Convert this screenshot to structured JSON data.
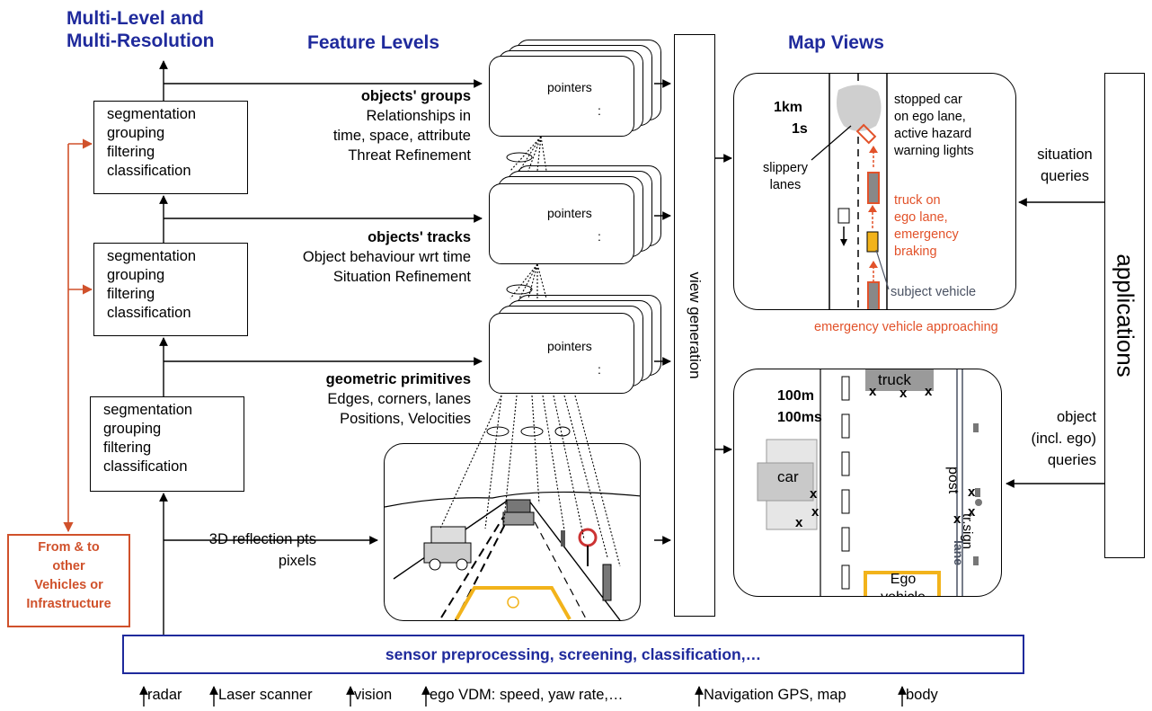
{
  "headings": {
    "levels_line1": "Multi-Level and",
    "levels_line2": "Multi-Resolution",
    "features": "Feature Levels",
    "map_views": "Map Views"
  },
  "proc_box_lines": [
    "segmentation",
    "grouping",
    "filtering",
    "classification"
  ],
  "features": {
    "groups": {
      "title": "objects' groups",
      "lines": [
        "Relationships in",
        "time, space, attribute",
        "Threat Refinement"
      ]
    },
    "tracks": {
      "title": "objects' tracks",
      "lines": [
        "Object behaviour wrt time",
        "Situation Refinement"
      ]
    },
    "primitives": {
      "title": "geometric primitives",
      "lines": [
        "Edges, corners, lanes",
        "Positions, Velocities"
      ]
    }
  },
  "pointers_label": "pointers",
  "pointers_colon": ":",
  "raw_input": {
    "line1": "3D reflection pts",
    "line2": "pixels"
  },
  "view_generation": "view generation",
  "applications": "applications",
  "situation_map": {
    "scale_line1": "1km",
    "scale_line2": "1s",
    "slippery": [
      "slippery",
      "lanes"
    ],
    "stopped_car": [
      "stopped car",
      "on ego lane,",
      "active hazard",
      "warning lights"
    ],
    "truck": [
      "truck on",
      "ego lane,",
      "emergency",
      "braking"
    ],
    "subject_vehicle": "subject vehicle",
    "emergency_vehicle": "emergency vehicle approaching"
  },
  "object_map": {
    "scale_line1": "100m",
    "scale_line2": "100ms",
    "truck": "truck",
    "car": "car",
    "post": "post",
    "tr_sign": "tr.sign",
    "lane": "lane",
    "ego": [
      "Ego",
      "vehicle"
    ],
    "x_mark": "x"
  },
  "queries": {
    "situation": [
      "situation",
      "queries"
    ],
    "object": [
      "object",
      "(incl. ego)",
      "queries"
    ]
  },
  "from_to": [
    "From & to",
    "other",
    "Vehicles or",
    "Infrastructure"
  ],
  "sensor_bar": "sensor preprocessing, screening, classification,…",
  "inputs": [
    "radar",
    "Laser scanner",
    "vision",
    "ego VDM: speed, yaw rate,…",
    "Navigation GPS, map",
    "body"
  ],
  "colors": {
    "heading_blue": "#1f2a9c",
    "accent_orange": "#e2522a",
    "ego_yellow": "#f2b31b",
    "slate": "#4a5263"
  }
}
